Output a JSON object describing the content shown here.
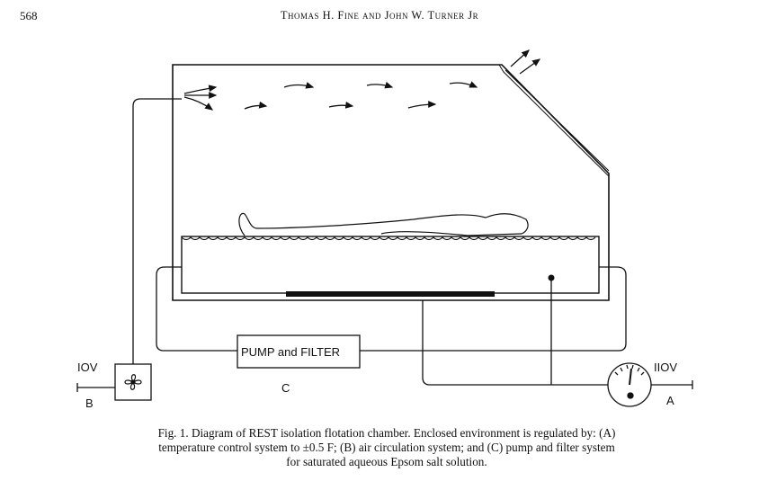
{
  "header": {
    "page_number": "568",
    "running_head": "Thomas H. Fine and John W. Turner Jr"
  },
  "figure": {
    "labels": {
      "pump_filter": "PUMP and FILTER",
      "voltage_left": "IOV",
      "voltage_right": "IIOV",
      "system_a": "A",
      "system_b": "B",
      "system_c": "C"
    }
  },
  "caption": {
    "line1": "Fig. 1. Diagram of REST isolation flotation chamber. Enclosed environment is regulated by: (A)",
    "line2": "temperature control system to ±0.5 F; (B) air circulation system; and (C) pump and filter system",
    "line3": "for saturated aqueous Epsom salt solution."
  }
}
